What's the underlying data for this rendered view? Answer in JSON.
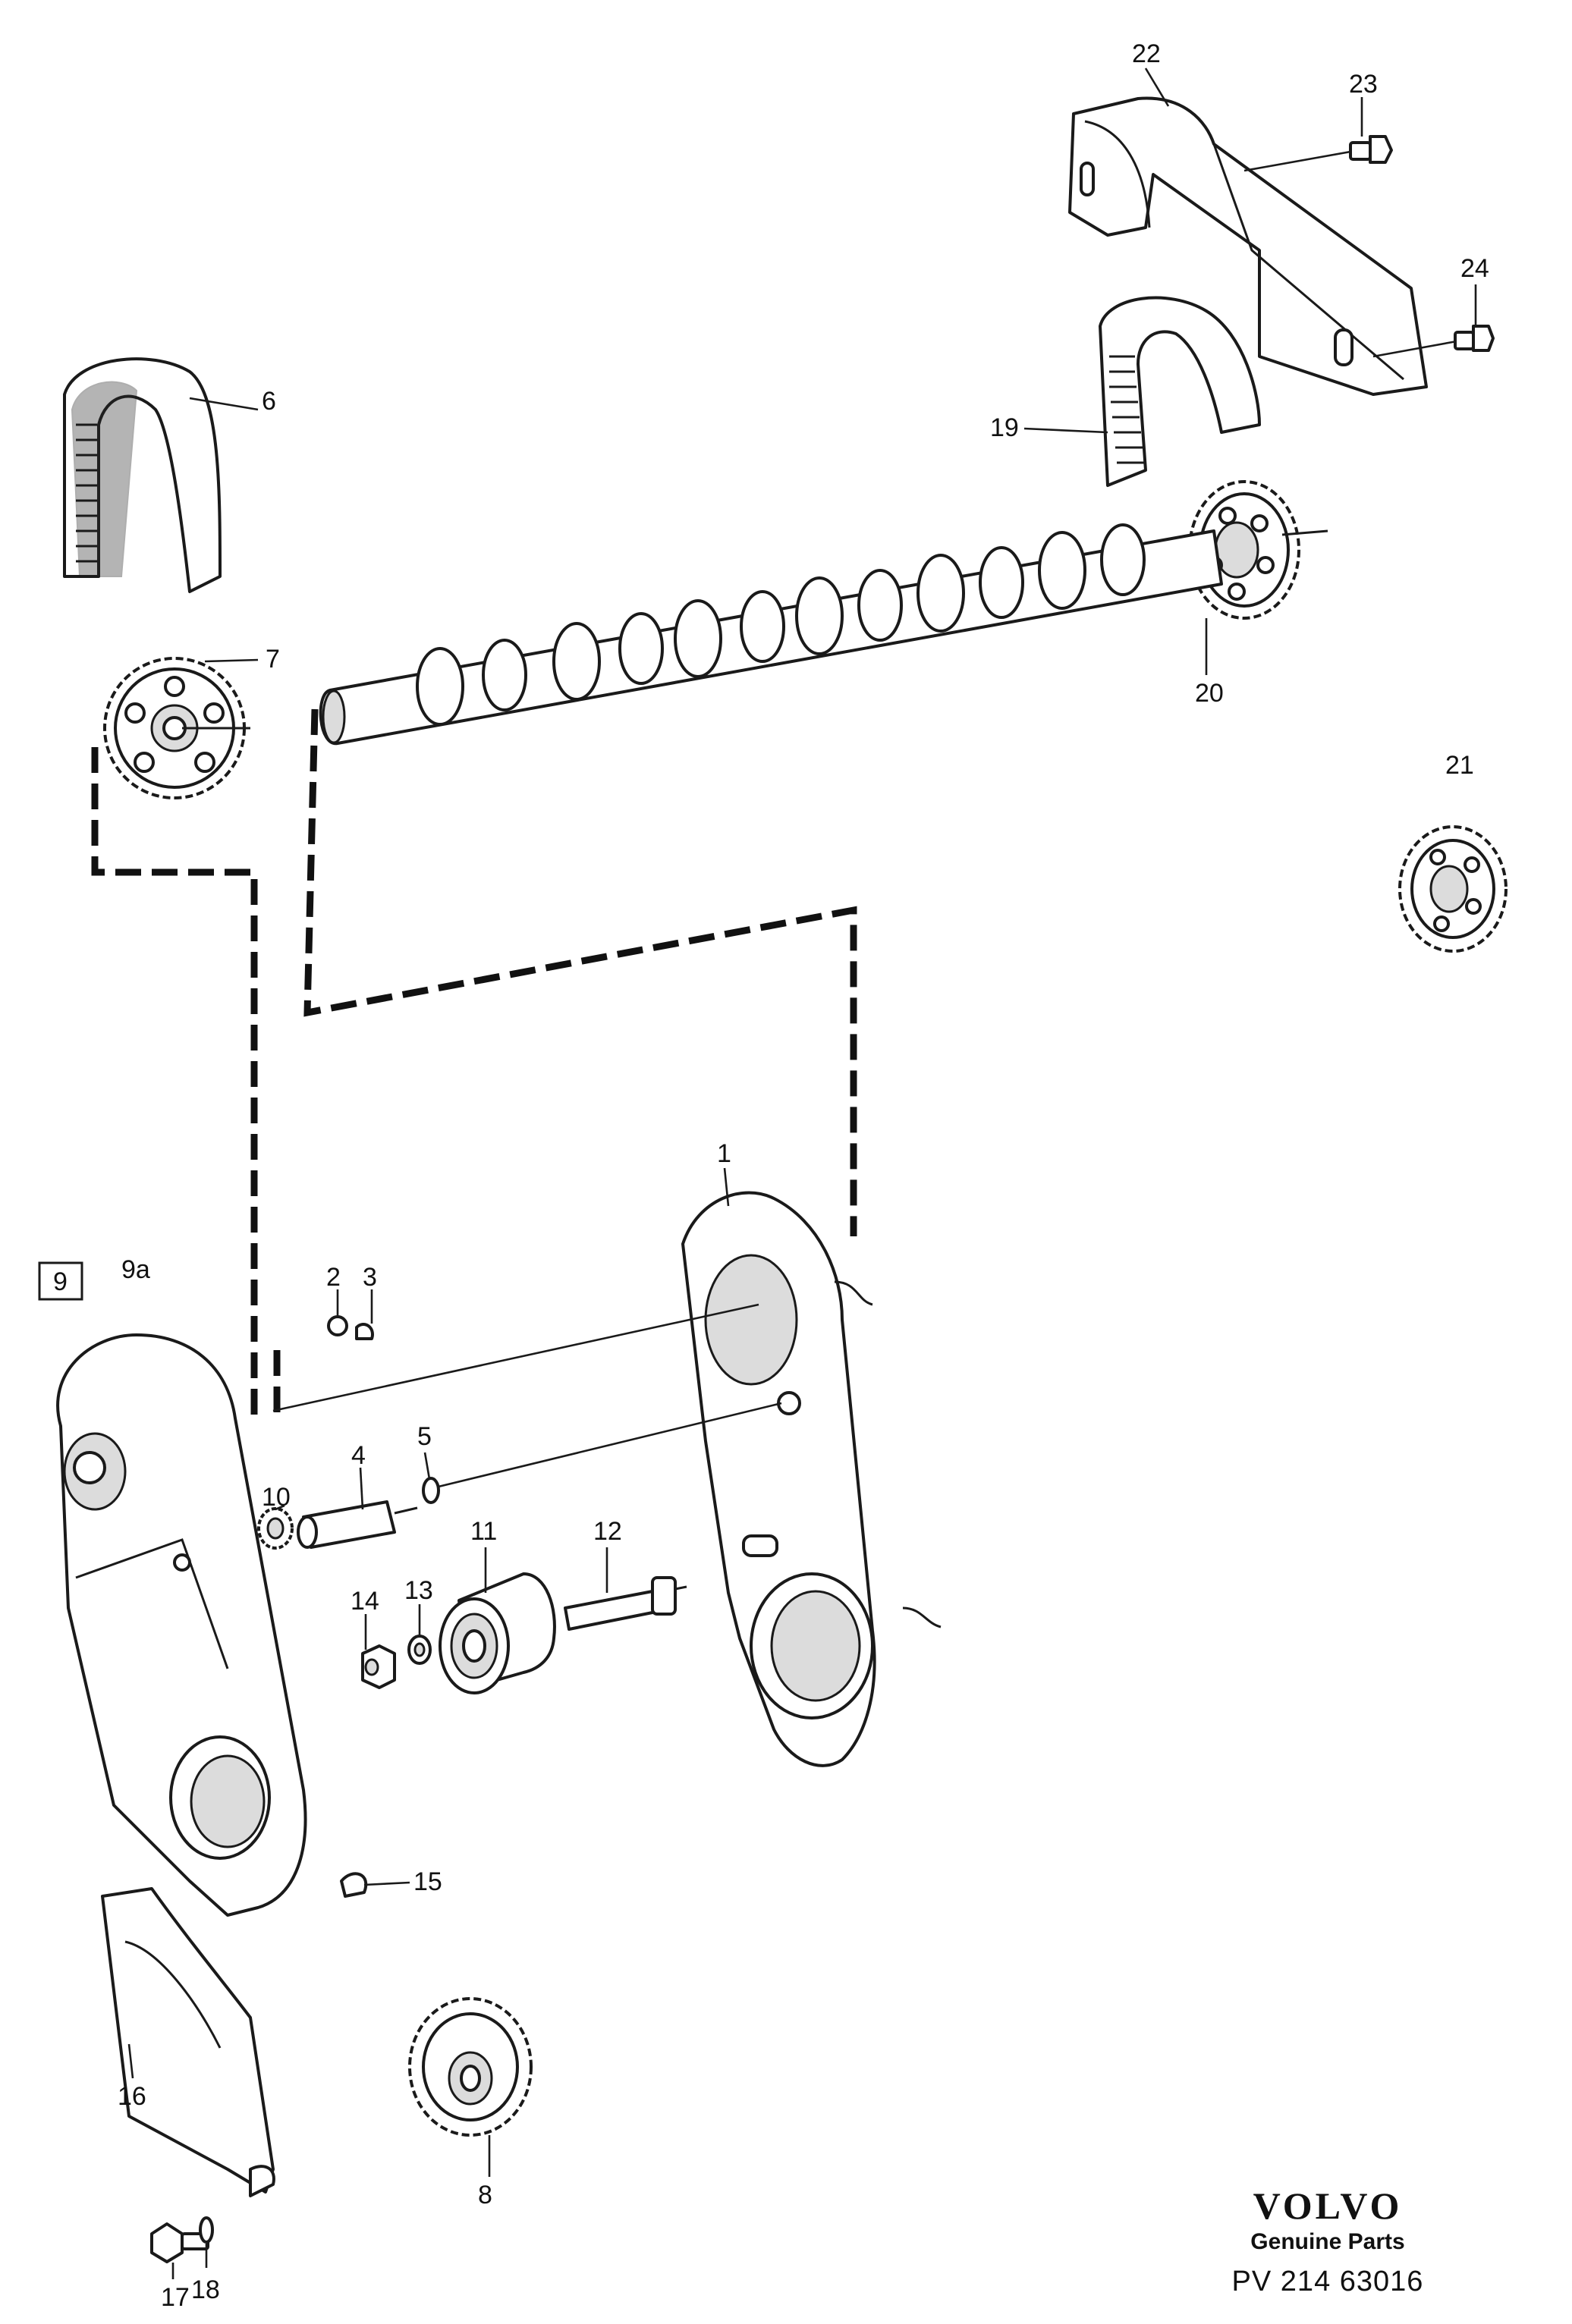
{
  "diagram": {
    "callouts": {
      "c1": "1",
      "c2": "2",
      "c3": "3",
      "c4": "4",
      "c5": "5",
      "c6": "6",
      "c7": "7",
      "c8": "8",
      "c9": "9",
      "c9a": "9a",
      "c10": "10",
      "c11": "11",
      "c12": "12",
      "c13": "13",
      "c14": "14",
      "c15": "15",
      "c16": "16",
      "c17": "17",
      "c18": "18",
      "c19": "19",
      "c20": "20",
      "c21": "21",
      "c22": "22",
      "c23": "23",
      "c24": "24"
    },
    "brand": {
      "logo": "VOLVO",
      "subtitle": "Genuine Parts",
      "code": "PV 214  63016"
    },
    "colors": {
      "line": "#1a1a1a",
      "background": "#ffffff",
      "shade": "#dcdcdc"
    }
  }
}
